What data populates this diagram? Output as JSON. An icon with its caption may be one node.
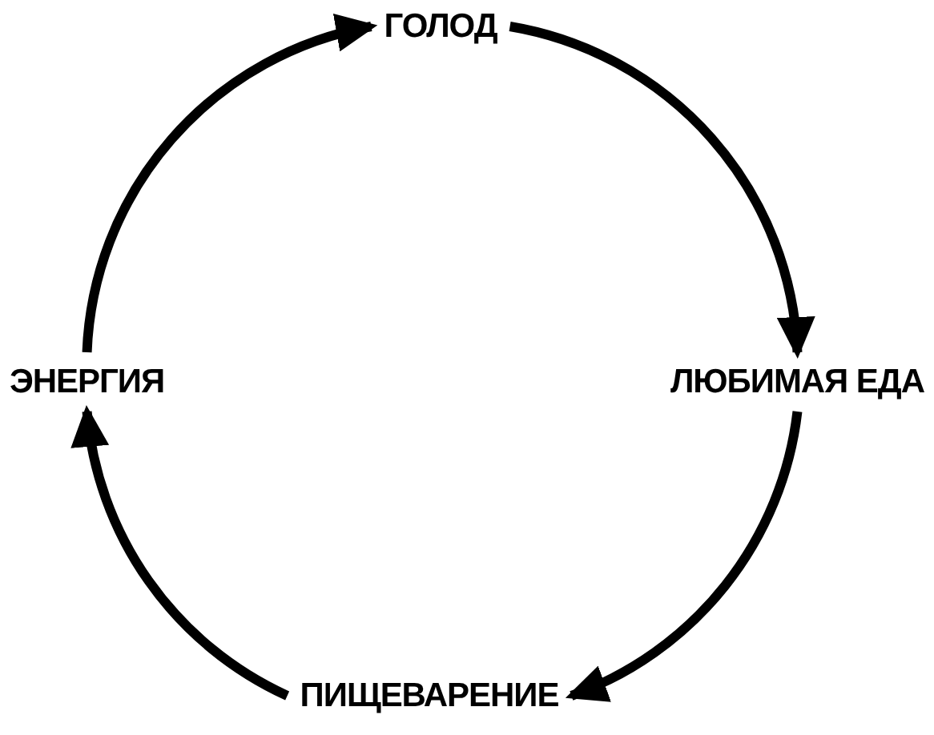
{
  "diagram": {
    "nodes": [
      {
        "text": [
          "ГОЛОД"
        ]
      },
      {
        "text": [
          "ЛЮБИМАЯ ЕДА"
        ]
      },
      {
        "text": [
          "ПИЩЕВАРЕНИЕ"
        ]
      },
      {
        "text": [
          "ЭНЕРГИЯ"
        ]
      }
    ],
    "edges": [
      {
        "from": 0,
        "to": 1,
        "arrow": "to"
      },
      {
        "from": 1,
        "to": 2,
        "arrow": "to"
      },
      {
        "from": 2,
        "to": 3,
        "arrow": "to"
      },
      {
        "from": 3,
        "to": 0,
        "arrow": "to"
      }
    ]
  }
}
